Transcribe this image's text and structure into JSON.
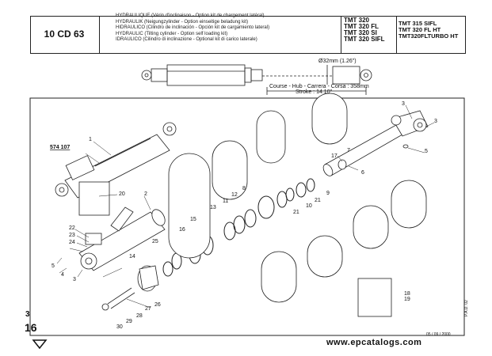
{
  "header": {
    "ref_code": "10 CD 63",
    "descriptions": [
      "HYDRAULIQUE  (Vérin d'inclinaison - Option kit de chargement latéral)",
      "HYDRAULIK  (Neigungzylinder - Option einseitige beladung kit)",
      "HIDRAULICO  (Cilindro de inclinación - Opción kit de cargamiento lateral)",
      "HYDRAULIC  (Tilting cylinder - Option self loading kit)",
      "IDRAULICO (Cilindro di inclinazione - Optional kit di carico laterale)"
    ],
    "models_left": [
      "TMT 320",
      "TMT 320 FL",
      "TMT 320 SI",
      "TMT 320 SIFL"
    ],
    "models_right": [
      "TMT 315 SIFL",
      "TMT 320 FL HT",
      "TMT320FLTURBO HT"
    ]
  },
  "cylinder_sketch": {
    "dimension_top": "Ø32mm (1.26\")",
    "dimension_bottom_1": "Course - Hub - Carrera - Corsa : 358mm",
    "dimension_bottom_2": "Stroke : 14.10\""
  },
  "part_labels": {
    "p1": "1",
    "p2": "2",
    "p3a": "3",
    "p3b": "3",
    "p3c": "3",
    "p4": "4",
    "p5a": "5",
    "p5b": "5",
    "p6": "6",
    "p7": "7",
    "p8": "8",
    "p9": "9",
    "p10": "10",
    "p11": "11",
    "p12": "12",
    "p13": "13",
    "p14": "14",
    "p15": "15",
    "p16": "16",
    "p17": "17",
    "p18": "18",
    "p19": "19",
    "p20": "20",
    "p21a": "21",
    "p21b": "21",
    "p22": "22",
    "p23": "23",
    "p24": "24",
    "p25": "25",
    "p26": "26",
    "p27": "27",
    "p28": "28",
    "p29": "29",
    "p30": "30"
  },
  "callout_ref": "574 107",
  "page_side": {
    "top": "3",
    "bottom": "16"
  },
  "footer": {
    "date": "05 / 09 / 2000",
    "pad": "P.A.D. 02",
    "watermark": "www.epcatalogs.com"
  },
  "icons": [
    "down-arrow-icon"
  ]
}
